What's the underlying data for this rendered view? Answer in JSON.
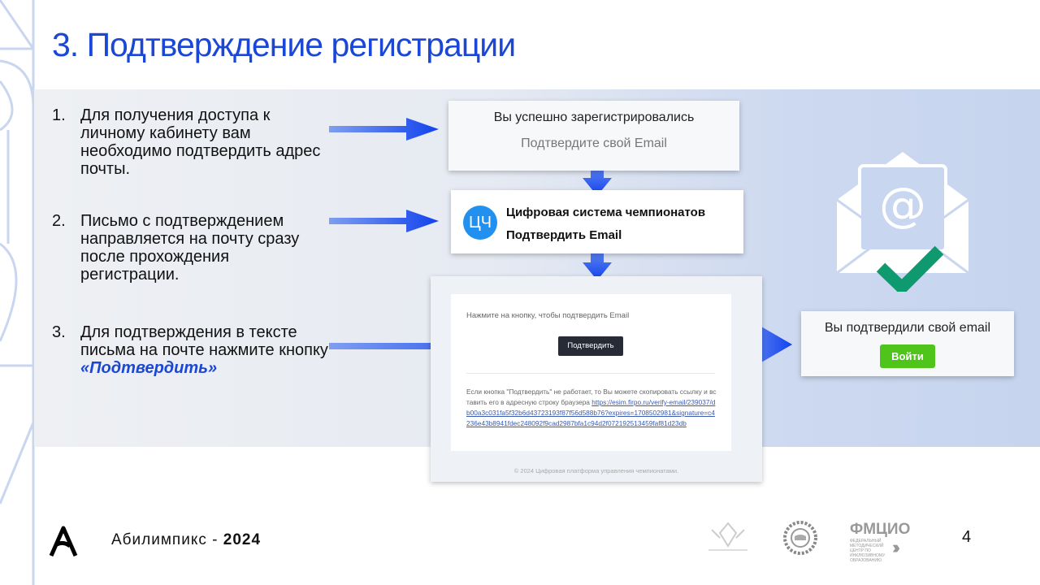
{
  "title": "3. Подтверждение регистрации",
  "steps": [
    {
      "num": "1.",
      "text": "Для получения доступа к личному кабинету вам необходимо подтвердить адрес почты."
    },
    {
      "num": "2.",
      "text": "Письмо с подтверждением направляется на почту сразу после прохождения регистрации."
    },
    {
      "num": "3.",
      "text": "Для подтверждения в тексте письма на почте нажмите кнопку ",
      "highlight": "«Подтвердить»"
    }
  ],
  "registered_card": {
    "title": "Вы успешно зарегистрировались",
    "subtitle": "Подтвердите свой Email"
  },
  "email_notification": {
    "avatar": "ЦЧ",
    "sender": "Цифровая система чемпионатов",
    "subject": "Подтвердить Email"
  },
  "email_body": {
    "prompt": "Нажмите на кнопку, чтобы подтвердить Email",
    "button": "Подтвердить",
    "fallback": "Если кнопка \"Подтвердить\" не работает, то Вы можете скопировать ссылку и вставить его в адресную строку браузера ",
    "link": "https://esim.firpo.ru/verify-email/239037/db00a3c031fa5f32b6d43723193f87f56d588b76?expires=1708502981&signature=c4236e43b8941fdec248092f9cad2987bfa1c94d2f072192513459faf81d23db",
    "footer": "© 2024 Цифровая платформа управления чемпионатами."
  },
  "confirmed_card": {
    "title": "Вы подтвердили свой email",
    "button": "Войти"
  },
  "footer": {
    "brand": "Абилимпикс - ",
    "year": "2024",
    "page": "4",
    "logo_fmcio": "ФМЦИО",
    "logo_fmcio_sub": "ФЕДЕРАЛЬНЫЙ МЕТОДИЧЕСКИЙ ЦЕНТР ПО ИНКЛЮЗИВНОМУ ОБРАЗОВАНИЮ"
  },
  "colors": {
    "accent": "#1a47d6",
    "arrow": "#1f4ff0",
    "green_button": "#4fc41a",
    "check": "#0e9a6e"
  }
}
